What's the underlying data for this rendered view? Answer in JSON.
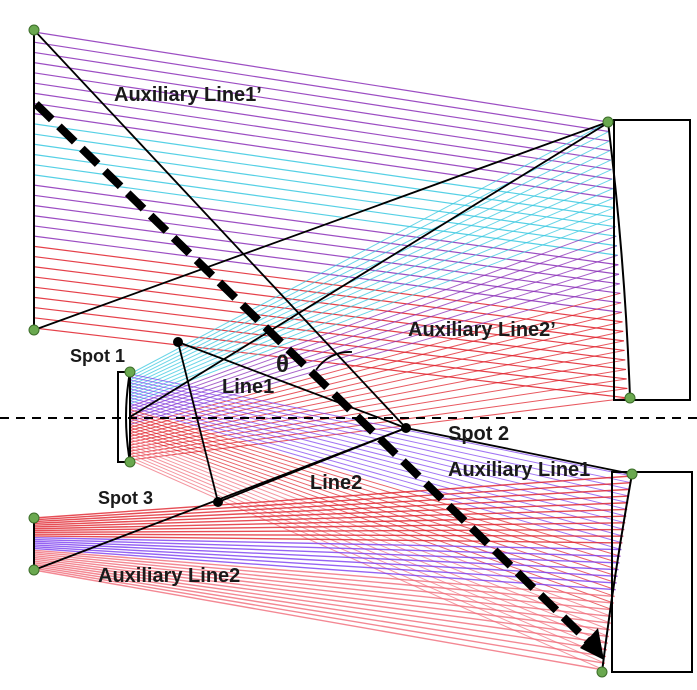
{
  "labels": {
    "aux_line1_prime": "Auxiliary Line1’",
    "aux_line2_prime": "Auxiliary Line2’",
    "spot1": "Spot 1",
    "spot2": "Spot 2",
    "spot3": "Spot 3",
    "line1": "Line1",
    "line2": "Line2",
    "aux_line1": "Auxiliary Line1",
    "aux_line2": "Auxiliary Line2",
    "theta": "θ"
  },
  "colors": {
    "ray_purple": "#8b2fb8",
    "ray_cyan": "#38c8e0",
    "ray_red": "#e0202a",
    "ray_pink": "#f06a78",
    "ray_violet": "#7a3cf0",
    "node_green": "#6aa84f",
    "line_black": "#000000"
  }
}
